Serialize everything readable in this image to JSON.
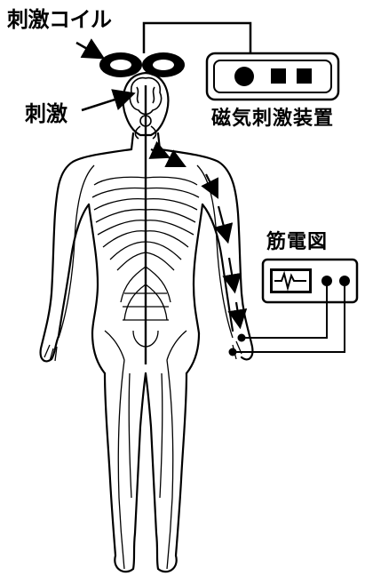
{
  "labels": {
    "coil": "刺激コイル",
    "stimulus": "刺激",
    "stimulator": "磁気刺激装置",
    "emg": "筋電図"
  },
  "colors": {
    "ink": "#000000",
    "background": "#ffffff"
  }
}
